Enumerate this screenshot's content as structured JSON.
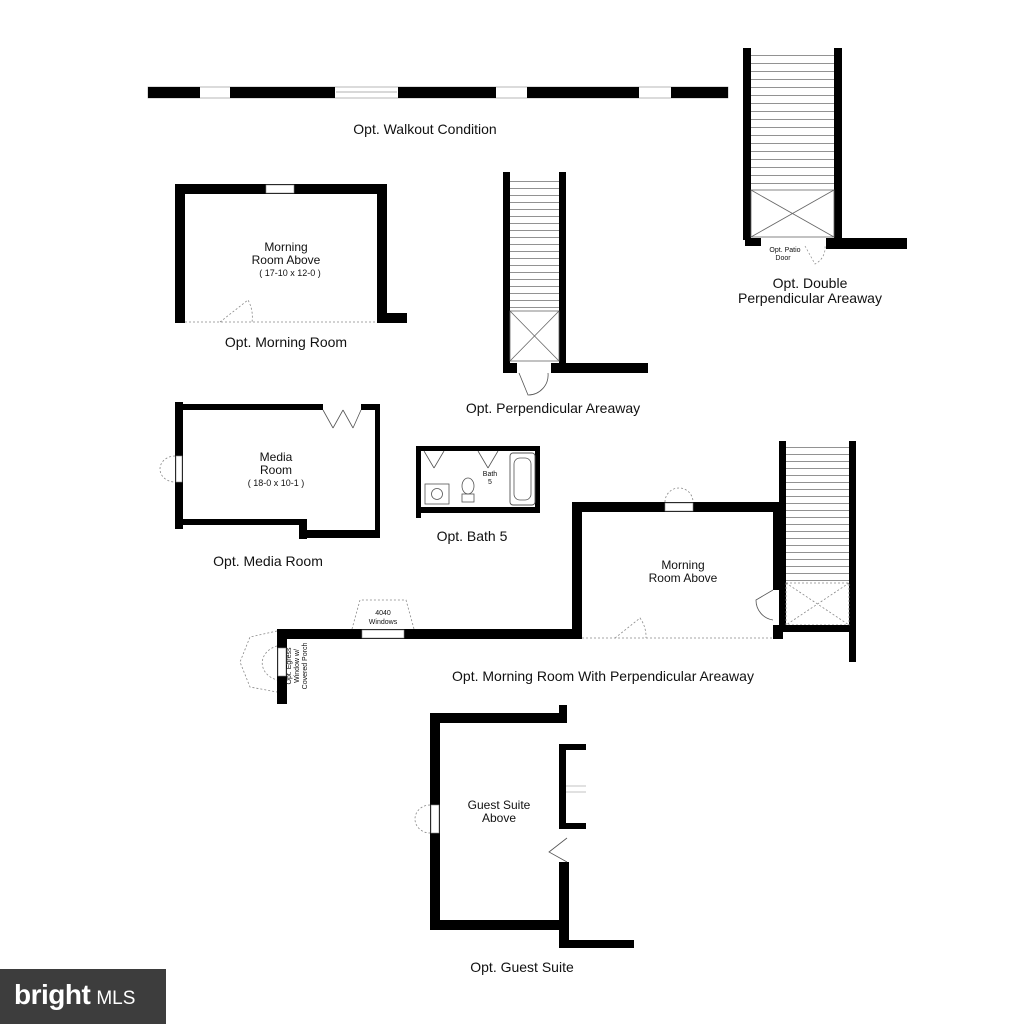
{
  "plans": {
    "walkout": {
      "caption": "Opt. Walkout Condition"
    },
    "morning_room": {
      "room_line1": "Morning",
      "room_line2": "Room Above",
      "dimensions": "( 17-10 x 12-0 )",
      "caption": "Opt. Morning Room"
    },
    "perpendicular_areaway": {
      "caption": "Opt. Perpendicular Areaway"
    },
    "double_areaway": {
      "door_line1": "Opt. Patio",
      "door_line2": "Door",
      "caption_line1": "Opt. Double",
      "caption_line2": "Perpendicular Areaway"
    },
    "media_room": {
      "room_line1": "Media",
      "room_line2": "Room",
      "dimensions": "( 18-0 x 10-1 )",
      "caption": "Opt. Media Room"
    },
    "bath5": {
      "room_line1": "Bath",
      "room_line2": "5",
      "caption": "Opt. Bath 5"
    },
    "morning_areaway": {
      "room_line1": "Morning",
      "room_line2": "Room Above",
      "window_line1": "4040",
      "window_line2": "Windows",
      "egress_line1": "Opt. Egress",
      "egress_line2": "Window w/",
      "egress_line3": "Covered Porch",
      "caption": "Opt. Morning Room With Perpendicular Areaway"
    },
    "guest_suite": {
      "room_line1": "Guest Suite",
      "room_line2": "Above",
      "caption": "Opt. Guest Suite"
    }
  },
  "logo": {
    "brand": "bright",
    "suffix": "MLS"
  },
  "colors": {
    "wall": "#000000",
    "logo_bg": "#3d3d3d",
    "logo_text": "#ffffff"
  }
}
